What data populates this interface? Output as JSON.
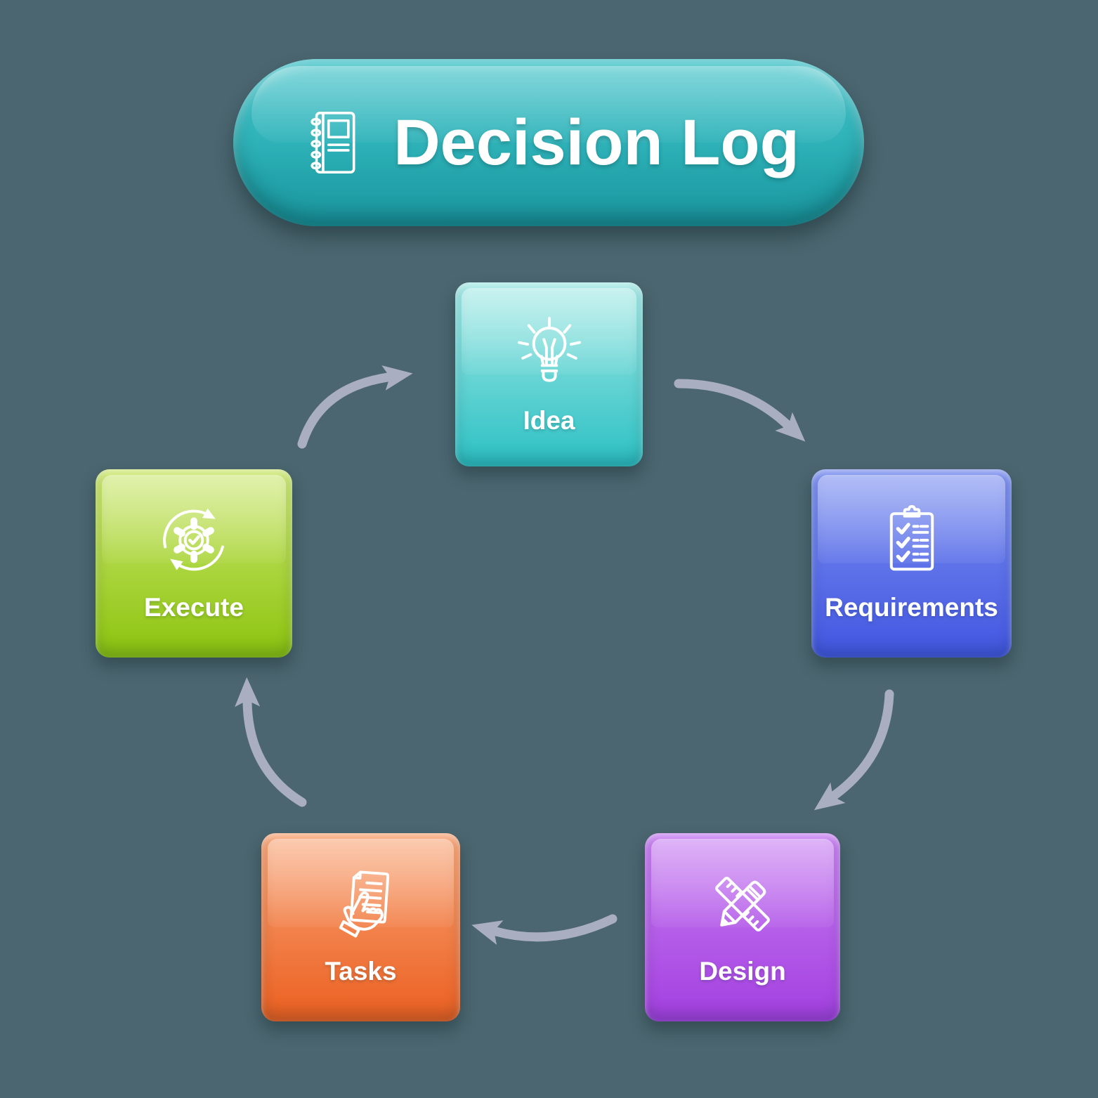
{
  "colors": {
    "background": "#4B6670",
    "arrow": "#A9AFC0",
    "text": "#FFFFFF"
  },
  "title": {
    "label": "Decision Log",
    "icon": "notebook-icon",
    "color_top": "#45C5CB",
    "color_bottom": "#1B97A0"
  },
  "nodes": [
    {
      "id": "idea",
      "label": "Idea",
      "icon": "lightbulb-icon",
      "color_top": "#A5EAE6",
      "color_bottom": "#2CC0C3"
    },
    {
      "id": "requirements",
      "label": "Requirements",
      "icon": "clipboard-checklist-icon",
      "color_top": "#7C90F0",
      "color_bottom": "#4256E2"
    },
    {
      "id": "design",
      "label": "Design",
      "icon": "pencil-ruler-icon",
      "color_top": "#C87FF2",
      "color_bottom": "#A33FE0"
    },
    {
      "id": "tasks",
      "label": "Tasks",
      "icon": "document-hand-icon",
      "color_top": "#F9A678",
      "color_bottom": "#EB5F20"
    },
    {
      "id": "execute",
      "label": "Execute",
      "icon": "gear-sync-icon",
      "color_top": "#CDE873",
      "color_bottom": "#8CC40E"
    }
  ],
  "arrows": [
    {
      "from": "execute",
      "to": "idea"
    },
    {
      "from": "idea",
      "to": "requirements"
    },
    {
      "from": "requirements",
      "to": "design"
    },
    {
      "from": "design",
      "to": "tasks"
    },
    {
      "from": "tasks",
      "to": "execute"
    }
  ]
}
